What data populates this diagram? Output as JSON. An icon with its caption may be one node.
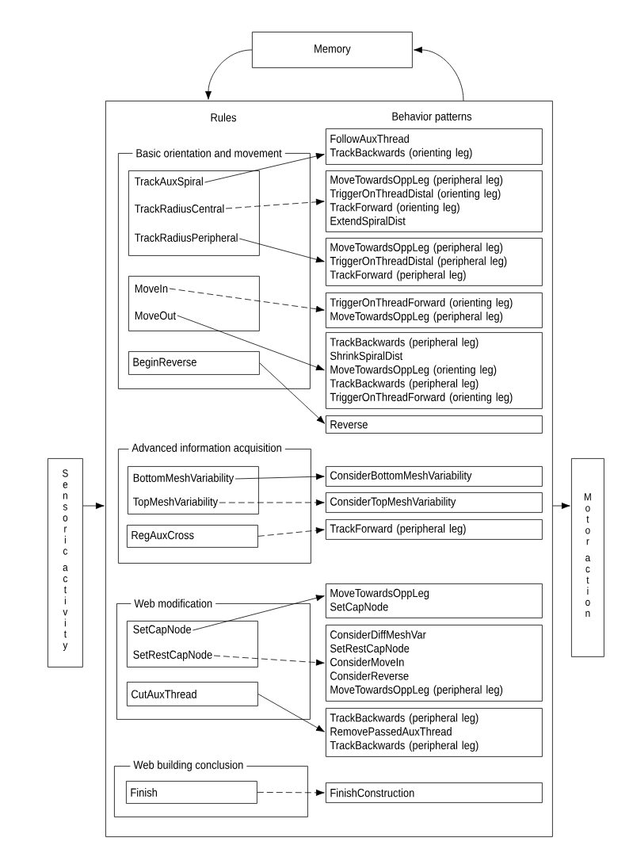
{
  "diagram": {
    "nodes": [
      {
        "text": [
          "Memory"
        ]
      },
      {
        "text": [
          "Sensoric activity"
        ]
      },
      {
        "text": [
          "Rules",
          "Behavior patterns"
        ]
      },
      {
        "text": [
          "Motor action"
        ]
      },
      {
        "text": [
          "Basic orientation and movement"
        ],
        "in": 2
      },
      {
        "text": [],
        "shape": "box",
        "in": 4
      },
      {
        "text": [
          "TrackAuxSpiral"
        ],
        "in": 5
      },
      {
        "text": [
          "TrackRadiusCentral"
        ],
        "in": 5
      },
      {
        "text": [
          "TrackRadiusPeripheral"
        ],
        "in": 5
      },
      {
        "text": [],
        "shape": "box",
        "in": 4
      },
      {
        "text": [
          "MoveIn"
        ],
        "in": 9
      },
      {
        "text": [
          "MoveOut"
        ],
        "in": 9
      },
      {
        "text": [
          "BeginReverse"
        ],
        "in": 4
      },
      {
        "text": [
          "Advanced information acquisition"
        ],
        "in": 2
      },
      {
        "text": [],
        "shape": "box",
        "in": 13
      },
      {
        "text": [
          "BottomMeshVariability"
        ],
        "in": 14
      },
      {
        "text": [
          "TopMeshVariability"
        ],
        "in": 14
      },
      {
        "text": [
          "RegAuxCross"
        ],
        "in": 13
      },
      {
        "text": [
          "Web modification"
        ],
        "in": 2
      },
      {
        "text": [],
        "shape": "box",
        "in": 18
      },
      {
        "text": [
          "SetCapNode"
        ],
        "in": 19
      },
      {
        "text": [
          "SetRestCapNode"
        ],
        "in": 19
      },
      {
        "text": [
          "CutAuxThread"
        ],
        "in": 18
      },
      {
        "text": [
          "Web building conclusion"
        ],
        "in": 2
      },
      {
        "text": [
          "Finish"
        ],
        "in": 23
      },
      {
        "text": [
          "FollowAuxThread",
          "TrackBackwards (orienting leg)"
        ],
        "in": 2
      },
      {
        "text": [
          "MoveTowardsOppLeg (peripheral leg)",
          "TriggerOnThreadDistal (orienting leg)",
          "TrackForward (orienting leg)",
          "ExtendSpiralDist"
        ],
        "in": 2
      },
      {
        "text": [
          "MoveTowardsOppLeg (peripheral leg)",
          "TriggerOnThreadDistal (peripheral leg)",
          "TrackForward (peripheral leg)"
        ],
        "in": 2
      },
      {
        "text": [
          "TriggerOnThreadForward (orienting leg)",
          "MoveTowardsOppLeg (peripheral leg)"
        ],
        "in": 2
      },
      {
        "text": [
          "TrackBackwards (peripheral leg)",
          "ShrinkSpiralDist",
          "MoveTowardsOppLeg (orienting leg)",
          "TrackBackwards (peripheral leg)",
          "TriggerOnThreadForward (orienting leg)"
        ],
        "in": 2
      },
      {
        "text": [
          "Reverse"
        ],
        "in": 2
      },
      {
        "text": [
          "ConsiderBottomMeshVariability"
        ],
        "in": 2
      },
      {
        "text": [
          "ConsiderTopMeshVariability"
        ],
        "in": 2
      },
      {
        "text": [
          "TrackForward (peripheral leg)"
        ],
        "in": 2
      },
      {
        "text": [
          "MoveTowardsOppLeg",
          "SetCapNode"
        ],
        "in": 2
      },
      {
        "text": [
          "ConsiderDiffMeshVar",
          "SetRestCapNode",
          "ConsiderMoveIn",
          "ConsiderReverse",
          "MoveTowardsOppLeg (peripheral leg)"
        ],
        "in": 2
      },
      {
        "text": [
          "TrackBackwards (peripheral leg)",
          "RemovePassedAuxThread",
          "TrackBackwards (peripheral leg)"
        ],
        "in": 2
      },
      {
        "text": [
          "FinishConstruction"
        ],
        "in": 2
      }
    ],
    "edges": [
      {
        "from": 0,
        "to": 2,
        "arrow": "to"
      },
      {
        "from": 2,
        "to": 0,
        "arrow": "to"
      },
      {
        "from": 1,
        "to": 2,
        "arrow": "to"
      },
      {
        "from": 2,
        "to": 3,
        "arrow": "to"
      },
      {
        "from": 6,
        "to": 25,
        "arrow": "to"
      },
      {
        "from": 7,
        "to": 26,
        "arrow": "to",
        "style": "dashed"
      },
      {
        "from": 8,
        "to": 27,
        "arrow": "to"
      },
      {
        "from": 10,
        "to": 28,
        "arrow": "to",
        "style": "dashed"
      },
      {
        "from": 11,
        "to": 29,
        "arrow": "to"
      },
      {
        "from": 12,
        "to": 30,
        "arrow": "to"
      },
      {
        "from": 15,
        "to": 31,
        "arrow": "to"
      },
      {
        "from": 16,
        "to": 32,
        "arrow": "to",
        "style": "dashed"
      },
      {
        "from": 17,
        "to": 33,
        "arrow": "to",
        "style": "dashed"
      },
      {
        "from": 20,
        "to": 34,
        "arrow": "to"
      },
      {
        "from": 21,
        "to": 35,
        "arrow": "to",
        "style": "dashed"
      },
      {
        "from": 22,
        "to": 36,
        "arrow": "to"
      },
      {
        "from": 24,
        "to": 37,
        "arrow": "to",
        "style": "dashed"
      }
    ]
  }
}
